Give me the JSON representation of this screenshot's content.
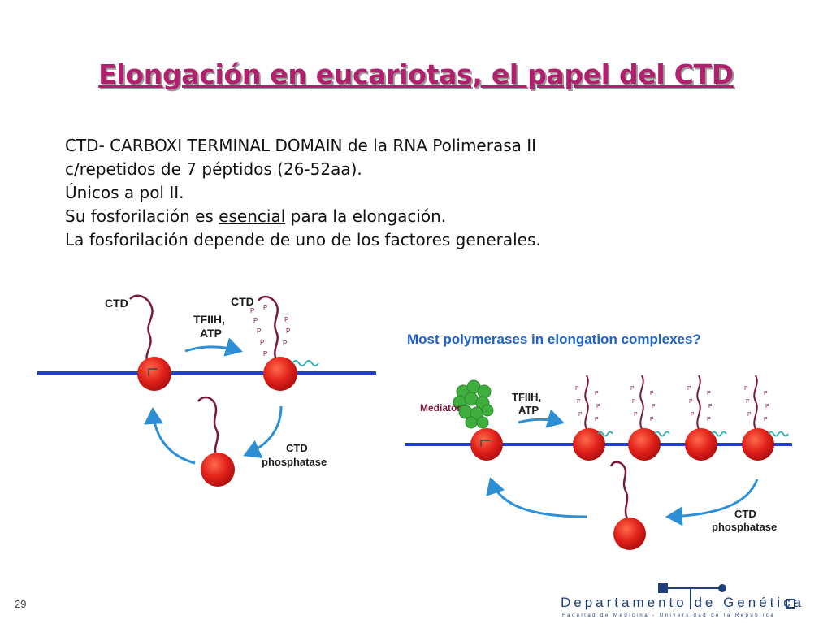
{
  "slide": {
    "title": "Elongación en eucariotas, el papel del CTD",
    "number": "29"
  },
  "text": {
    "line1": "CTD- CARBOXI TERMINAL DOMAIN de la RNA Polimerasa II",
    "line2": "c/repetidos de 7 péptidos (26-52aa).",
    "line3": "Únicos a pol II.",
    "line4_pre": "Su fosforilación es ",
    "line4_underlined": "esencial",
    "line4_post": " para la elongación.",
    "line5": "La fosforilación depende de uno de los factores generales."
  },
  "diagram_left": {
    "ctd_label_1": "CTD",
    "ctd_label_2": "CTD",
    "tfiih_label": "TFIIH,",
    "atp_label": "ATP",
    "phosphatase_label_1": "CTD",
    "phosphatase_label_2": "phosphatase",
    "p_mark": "P"
  },
  "diagram_right": {
    "heading": "Most polymerases in elongation complexes?",
    "mediator_label": "Mediator",
    "tfiih_label": "TFIIH,",
    "atp_label": "ATP",
    "phosphatase_label_1": "CTD",
    "phosphatase_label_2": "phosphatase",
    "p_mark": "P"
  },
  "logo": {
    "department": "Departamento de Genética",
    "subtitle": "Facultad de Medicina - Universidad de la República"
  },
  "colors": {
    "title": "#b0206c",
    "dna": "#1f3fd0",
    "polymerase": "#e0201a",
    "ctd_tail": "#7a1a3a",
    "arrow": "#2c8fd6",
    "mediator": "#3fae3f",
    "heading_blue": "#1f5fc8",
    "rna": "#2fb0b0"
  }
}
